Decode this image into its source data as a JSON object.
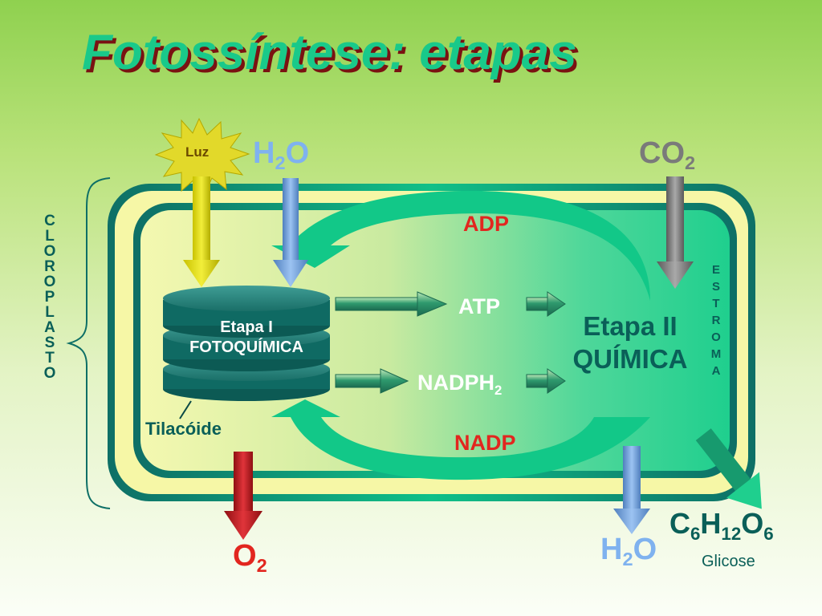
{
  "title": "Fotossíntese: etapas",
  "inputs": {
    "light": "Luz",
    "water_in": {
      "el1": "H",
      "sub1": "2",
      "el2": "O"
    },
    "co2": {
      "el1": "CO",
      "sub1": "2"
    }
  },
  "chloroplast_label": [
    "C",
    "L",
    "O",
    "R",
    "O",
    "P",
    "L",
    "A",
    "S",
    "T",
    "O"
  ],
  "stroma_label": [
    "E",
    "S",
    "T",
    "R",
    "O",
    "M",
    "A"
  ],
  "stage1": {
    "line1": "Etapa I",
    "line2": "FOTOQUÍMICA"
  },
  "thylakoid": "Tilacóide",
  "stage2": {
    "line1": "Etapa II",
    "line2": "QUÍMICA"
  },
  "intermediates": {
    "adp": "ADP",
    "atp": "ATP",
    "nadph": {
      "base": "NADPH",
      "sub": "2"
    },
    "nadp": "NADP"
  },
  "outputs": {
    "o2": {
      "el1": "O",
      "sub1": "2"
    },
    "water_out": {
      "el1": "H",
      "sub1": "2",
      "el2": "O"
    },
    "glucose": {
      "c": "C",
      "c_sub": "6",
      "h": "H",
      "h_sub": "12",
      "o": "O",
      "o_sub": "6"
    },
    "glucose_name": "Glicose"
  },
  "colors": {
    "title": "#19c98a",
    "title_shadow": "#7a1212",
    "outer_membrane": "#0f7a6a",
    "inner_fill": "#f6f7a6",
    "stroma_green": "#1ccf8c",
    "red_text": "#e2261f",
    "water_blue": "#7fb2ef",
    "co2_gray": "#7a7a7a",
    "dark_teal": "#0a5f58"
  }
}
